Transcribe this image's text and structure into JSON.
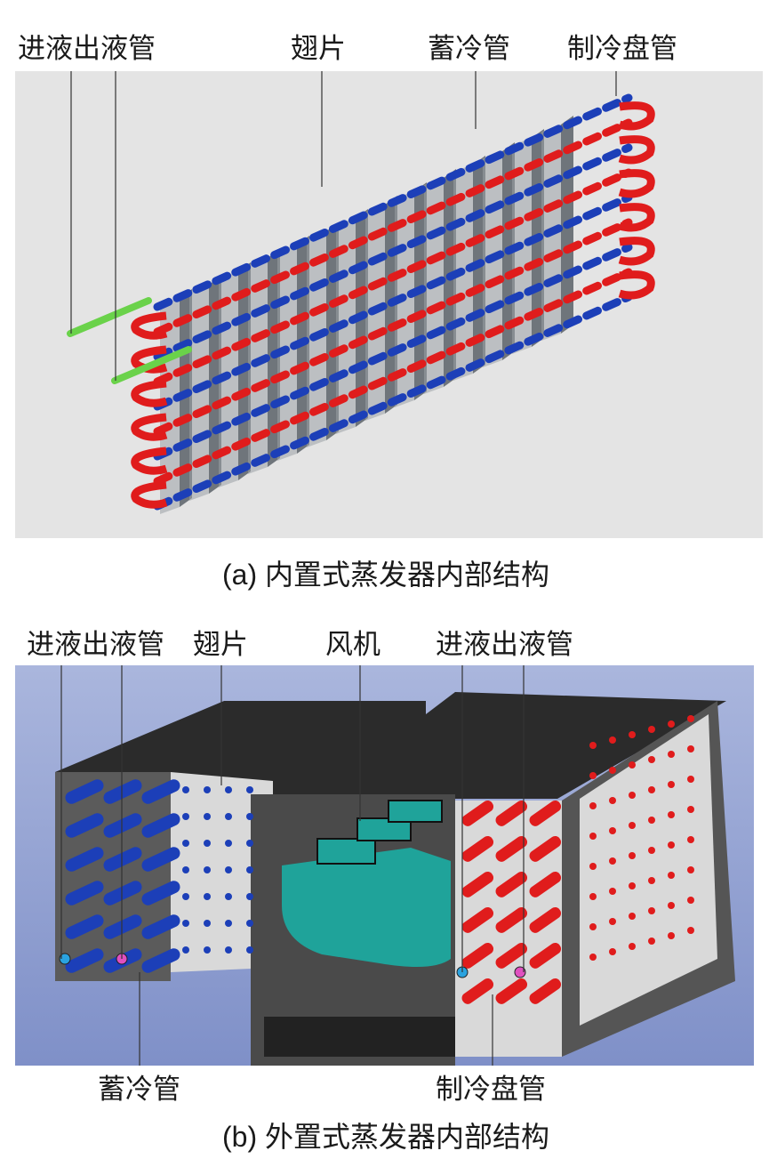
{
  "figure_a": {
    "labels": {
      "inlet_outlet_pipe": "进液出液管",
      "fin": "翅片",
      "cold_storage_pipe": "蓄冷管",
      "refrigeration_coil": "制冷盘管"
    },
    "caption": "(a) 内置式蒸发器内部结构",
    "colors": {
      "background": "#e4e4e4",
      "fin": "#9aa0a6",
      "storage_pipe": "#1c3fb8",
      "coil": "#e01c1c",
      "inlet_pipe": "#6ad24a"
    }
  },
  "figure_b": {
    "labels": {
      "inlet_outlet_pipe_left": "进液出液管",
      "fin": "翅片",
      "fan": "风机",
      "inlet_outlet_pipe_right": "进液出液管",
      "cold_storage_pipe": "蓄冷管",
      "refrigeration_coil": "制冷盘管"
    },
    "caption": "(b) 外置式蒸发器内部结构",
    "colors": {
      "background_top": "#aab6dd",
      "background_bottom": "#7f90c8",
      "housing": "#2b2b2b",
      "panel": "#d9d9d9",
      "storage_pipe": "#1c3fb8",
      "coil": "#e01c1c",
      "fan": "#1fa39a"
    }
  }
}
